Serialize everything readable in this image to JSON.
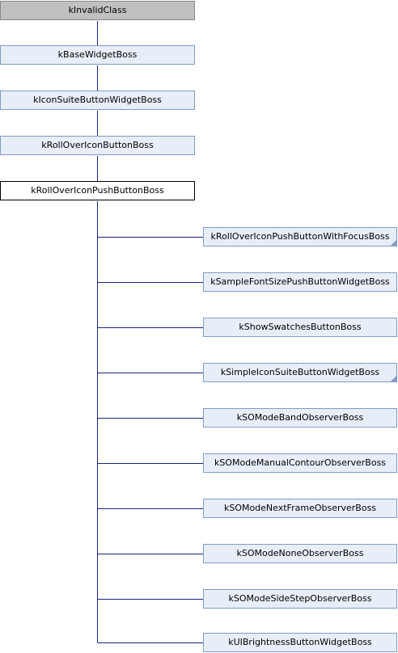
{
  "diagram": {
    "ancestors": [
      {
        "label": "kInvalidClass"
      },
      {
        "label": "kBaseWidgetBoss"
      },
      {
        "label": "kIconSuiteButtonWidgetBoss"
      },
      {
        "label": "kRollOverIconButtonBoss"
      }
    ],
    "current": {
      "label": "kRollOverIconPushButtonBoss"
    },
    "children": [
      {
        "label": "kRollOverIconPushButtonWithFocusBoss",
        "truncated": true
      },
      {
        "label": "kSampleFontSizePushButtonWidgetBoss",
        "truncated": false
      },
      {
        "label": "kShowSwatchesButtonBoss",
        "truncated": false
      },
      {
        "label": "kSimpleIconSuiteButtonWidgetBoss",
        "truncated": true
      },
      {
        "label": "kSOModeBandObserverBoss",
        "truncated": false
      },
      {
        "label": "kSOModeManualContourObserverBoss",
        "truncated": false
      },
      {
        "label": "kSOModeNextFrameObserverBoss",
        "truncated": false
      },
      {
        "label": "kSOModeNoneObserverBoss",
        "truncated": false
      },
      {
        "label": "kSOModeSideStepObserverBoss",
        "truncated": false
      },
      {
        "label": "kUIBrightnessButtonWidgetBoss",
        "truncated": false
      }
    ],
    "colors": {
      "edge": "#1a237e",
      "node_fill": "#e8eef7",
      "node_border": "#7f9cc4",
      "root_fill": "#c0c0c0",
      "current_border": "#000000"
    }
  }
}
